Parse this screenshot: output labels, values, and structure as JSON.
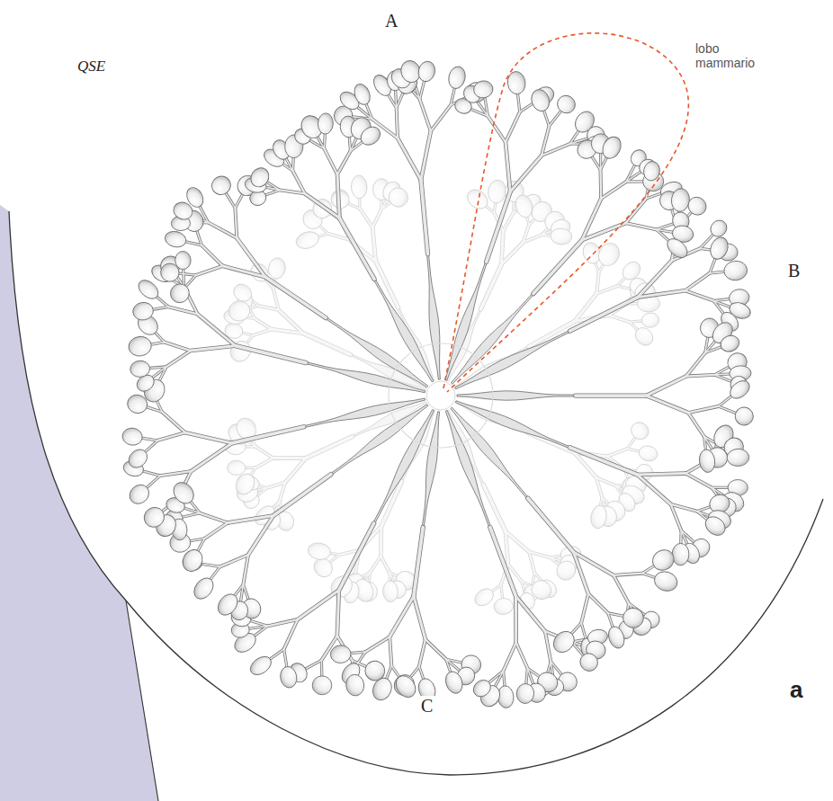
{
  "diagram": {
    "labels": [
      "A",
      "QSE",
      "lobo mammario",
      "B",
      "C",
      "a"
    ]
  }
}
